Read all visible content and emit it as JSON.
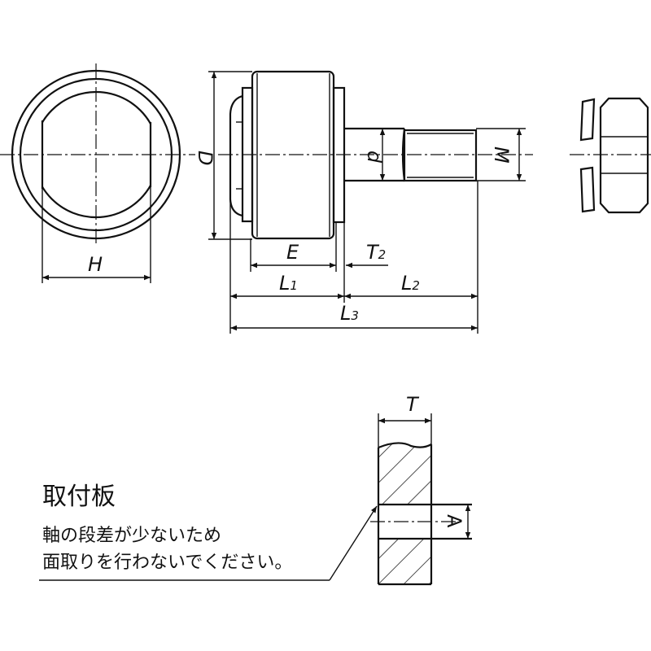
{
  "labels": {
    "H": "H",
    "D": "D",
    "d": "d",
    "M": "M",
    "E": "E",
    "T2": "T",
    "T2_sub": "2",
    "L1": "L",
    "L1_sub": "1",
    "L2": "L",
    "L2_sub": "2",
    "L3": "L",
    "L3_sub": "3",
    "T": "T",
    "A": "A"
  },
  "note": {
    "title": "取付板",
    "line1": "軸の段差が少ないため",
    "line2": "面取りを行わないでください。"
  }
}
